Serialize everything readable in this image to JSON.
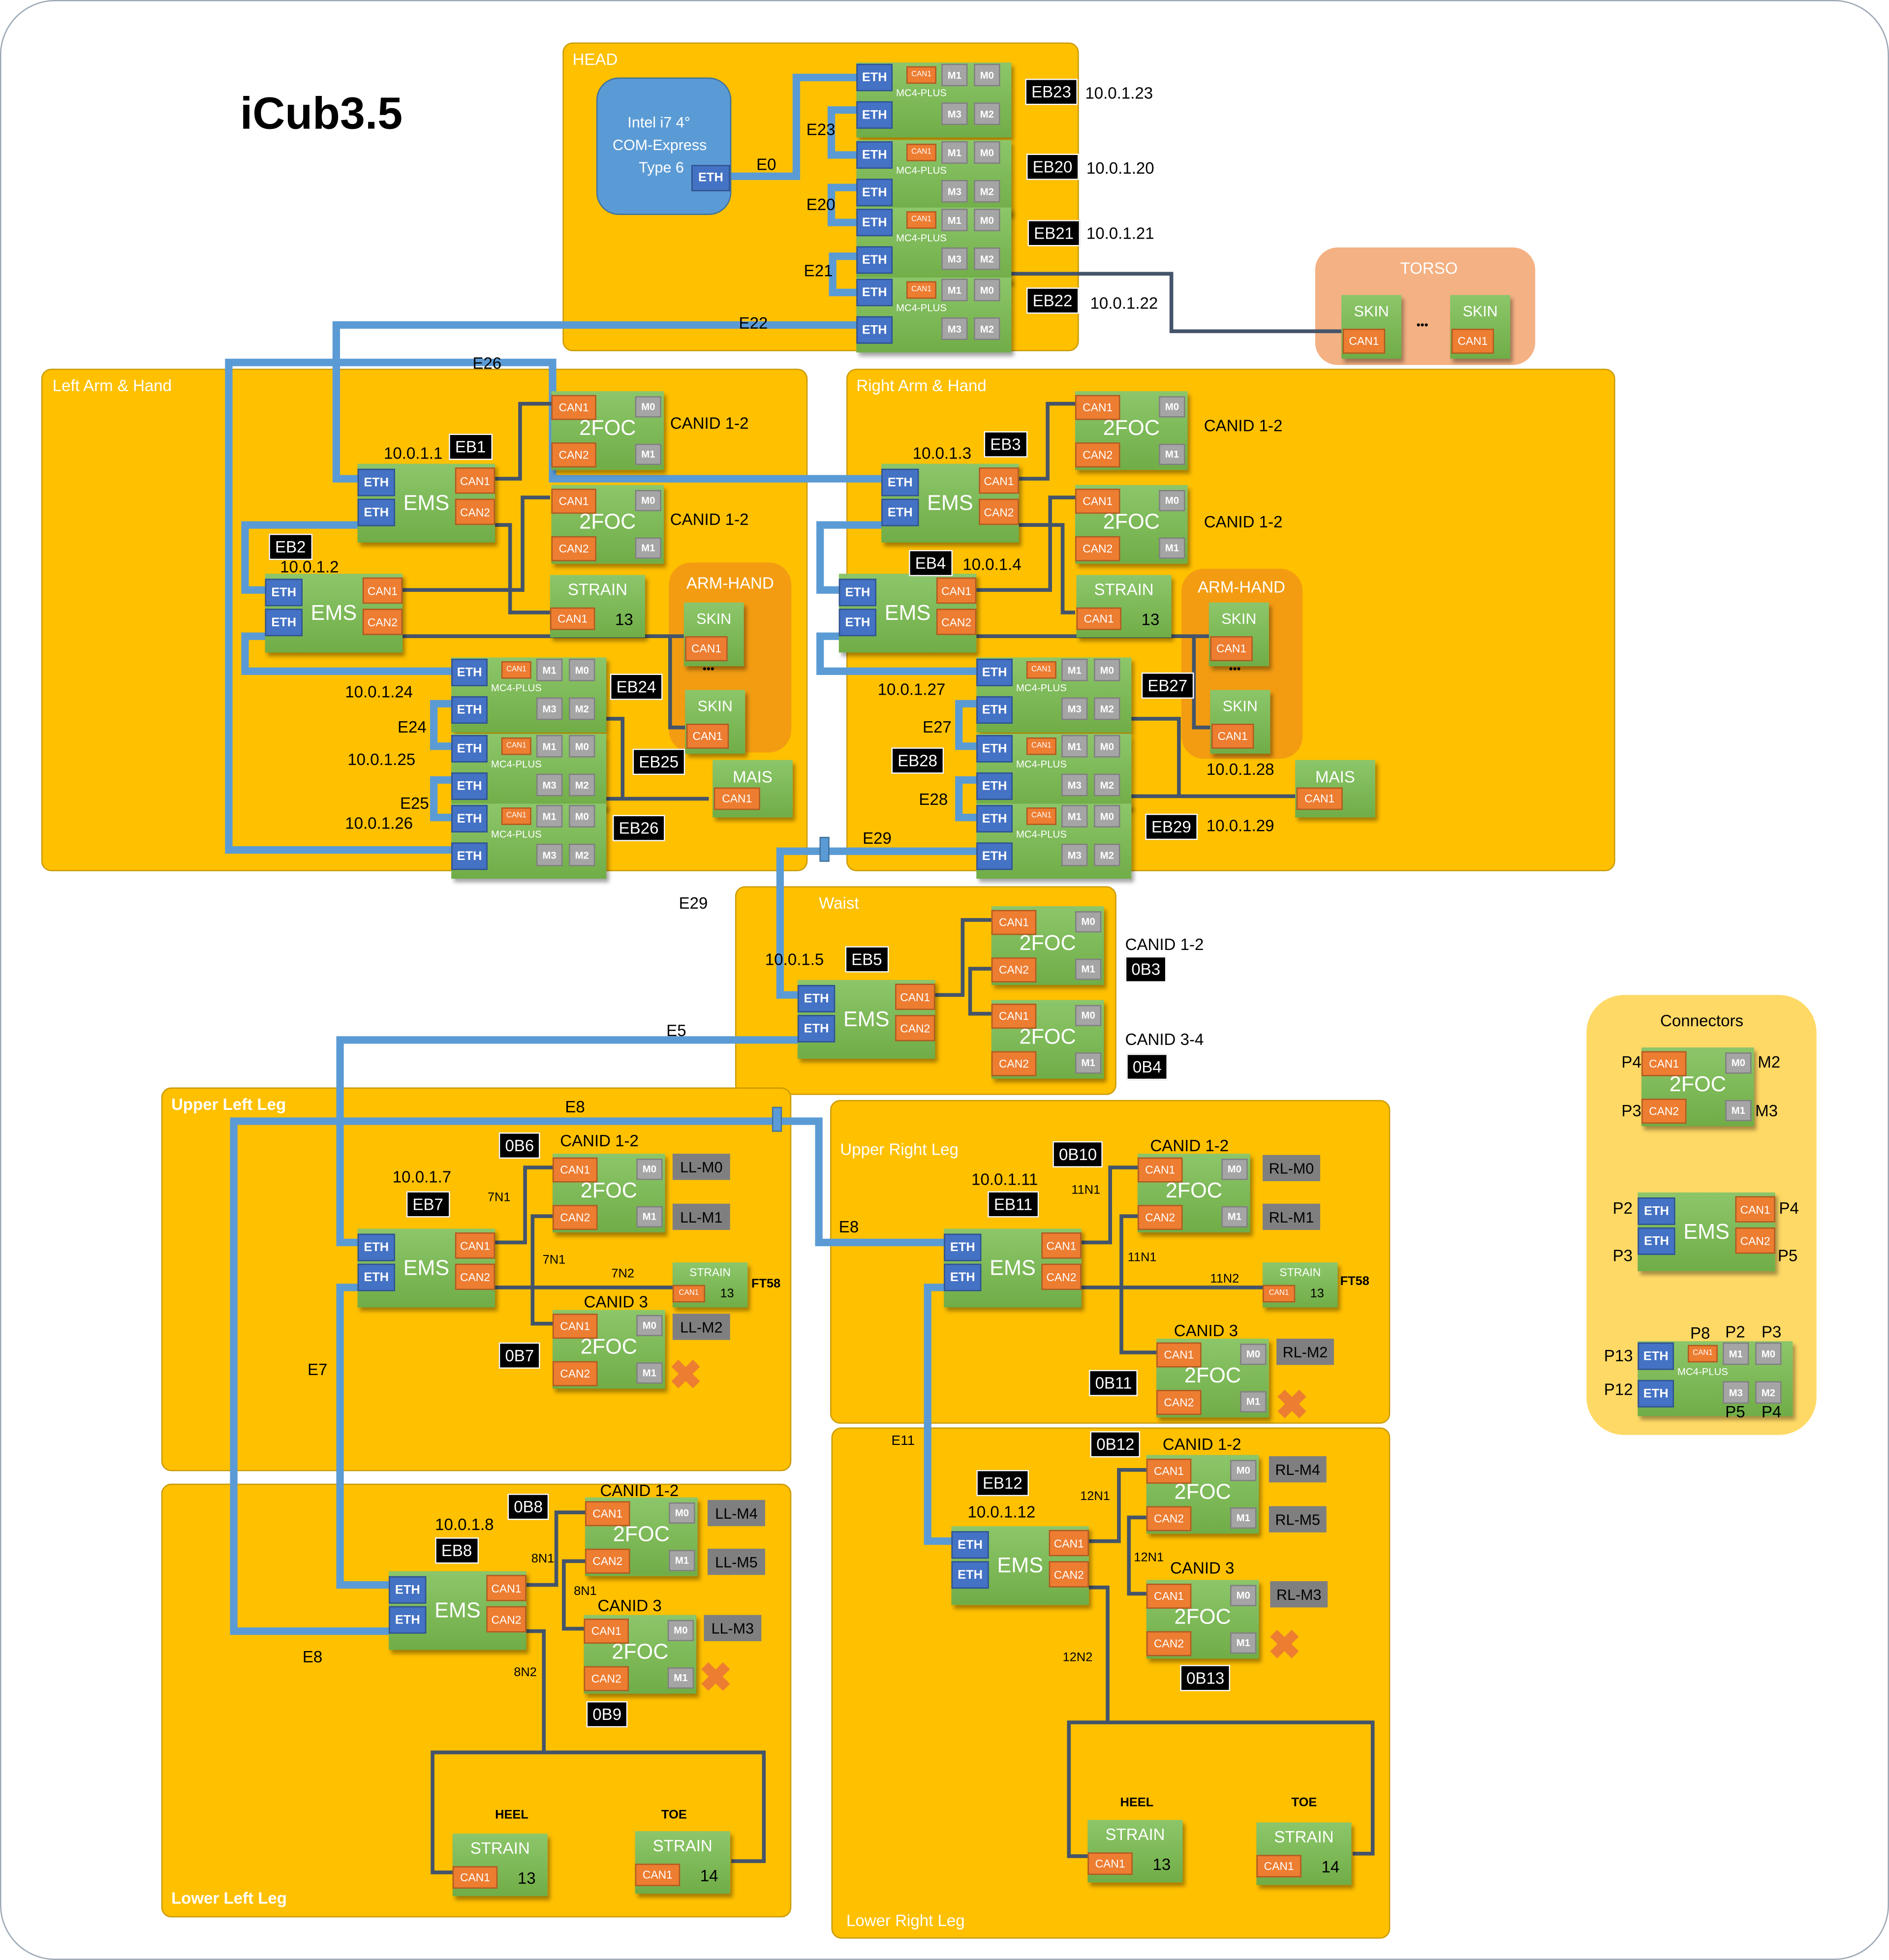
{
  "title": "iCub3.5",
  "regions": {
    "head": "HEAD",
    "torso": "TORSO",
    "left_arm": "Left Arm & Hand",
    "right_arm": "Right Arm & Hand",
    "arm_hand": "ARM-HAND",
    "waist": "Waist",
    "upper_left_leg": "Upper Left Leg",
    "lower_left_leg": "Lower Left Leg",
    "upper_right_leg": "Upper Right Leg",
    "lower_right_leg": "Lower Right Leg",
    "connectors": "Connectors"
  },
  "labels": {
    "eth": "ETH",
    "can1": "CAN1",
    "can2": "CAN2",
    "m0": "M0",
    "m1": "M1",
    "m2": "M2",
    "m3": "M3",
    "ems": "EMS",
    "foc": "2FOC",
    "mc4": "MC4-PLUS",
    "strain": "STRAIN",
    "skin": "SKIN",
    "mais": "MAIS",
    "dots": "•••",
    "heel": "HEEL",
    "toe": "TOE",
    "ft58": "FT58",
    "cross": "✖"
  },
  "cpu": {
    "line1": "Intel i7 4°",
    "line2": "COM-Express",
    "line3": "Type 6"
  },
  "boards": {
    "EB23": {
      "tag": "EB23",
      "ip": "10.0.1.23"
    },
    "EB20": {
      "tag": "EB20",
      "ip": "10.0.1.20"
    },
    "EB21": {
      "tag": "EB21",
      "ip": "10.0.1.21"
    },
    "EB22": {
      "tag": "EB22",
      "ip": "10.0.1.22"
    },
    "EB1": {
      "tag": "EB1",
      "ip": "10.0.1.1"
    },
    "EB2": {
      "tag": "EB2",
      "ip": "10.0.1.2"
    },
    "EB24": {
      "tag": "EB24",
      "ip": "10.0.1.24"
    },
    "EB25": {
      "tag": "EB25",
      "ip": "10.0.1.25"
    },
    "EB26": {
      "tag": "EB26",
      "ip": "10.0.1.26"
    },
    "EB3": {
      "tag": "EB3",
      "ip": "10.0.1.3"
    },
    "EB4": {
      "tag": "EB4",
      "ip": "10.0.1.4"
    },
    "EB27": {
      "tag": "EB27",
      "ip": "10.0.1.27"
    },
    "EB28": {
      "tag": "EB28",
      "ip": "10.0.1.28"
    },
    "EB29": {
      "tag": "EB29",
      "ip": "10.0.1.29"
    },
    "EB5": {
      "tag": "EB5",
      "ip": "10.0.1.5"
    },
    "EB7": {
      "tag": "EB7",
      "ip": "10.0.1.7"
    },
    "EB8": {
      "tag": "EB8",
      "ip": "10.0.1.8"
    },
    "EB11": {
      "tag": "EB11",
      "ip": "10.0.1.11"
    },
    "EB12": {
      "tag": "EB12",
      "ip": "10.0.1.12"
    }
  },
  "ob_tags": [
    "0B3",
    "0B4",
    "0B6",
    "0B7",
    "0B8",
    "0B9",
    "0B10",
    "0B11",
    "0B12",
    "0B13"
  ],
  "canids": {
    "c12": "CANID 1-2",
    "c34": "CANID 3-4",
    "c3": "CANID 3"
  },
  "strain_ids": {
    "arm": "13",
    "heel": "13",
    "toe": "14"
  },
  "eth_links": [
    "E0",
    "E23",
    "E20",
    "E21",
    "E22",
    "E26",
    "E24",
    "E25",
    "E27",
    "E28",
    "E29",
    "E5",
    "E8",
    "E7",
    "E11"
  ],
  "can_links": [
    "7N1",
    "7N2",
    "8N1",
    "8N2",
    "11N1",
    "11N2",
    "12N1",
    "12N2"
  ],
  "motors": {
    "left": [
      "LL-M0",
      "LL-M1",
      "LL-M2",
      "LL-M4",
      "LL-M5",
      "LL-M3"
    ],
    "right": [
      "RL-M0",
      "RL-M1",
      "RL-M2",
      "RL-M4",
      "RL-M5",
      "RL-M3"
    ]
  },
  "connectors": {
    "foc": {
      "can1": "P4",
      "can2": "P3",
      "m0": "M2",
      "m1": "M3"
    },
    "ems": {
      "eth1": "P2",
      "eth2": "P3",
      "can1": "P4",
      "can2": "P5"
    },
    "mc4": {
      "eth1": "P13",
      "eth2": "P12",
      "can1": "P8",
      "m1": "P2",
      "m0": "P3",
      "m3": "P5",
      "m2": "P4"
    }
  },
  "colors": {
    "region": "#ffc000",
    "board": "#70ad47",
    "eth": "#4472c4",
    "can": "#ed7d31",
    "motor_port": "#a5a5a5",
    "eth_wire": "#5b9bd5",
    "can_wire": "#44546a",
    "torso": "#f4b183",
    "armhand": "#f39c12",
    "legend": "#ffd966"
  }
}
